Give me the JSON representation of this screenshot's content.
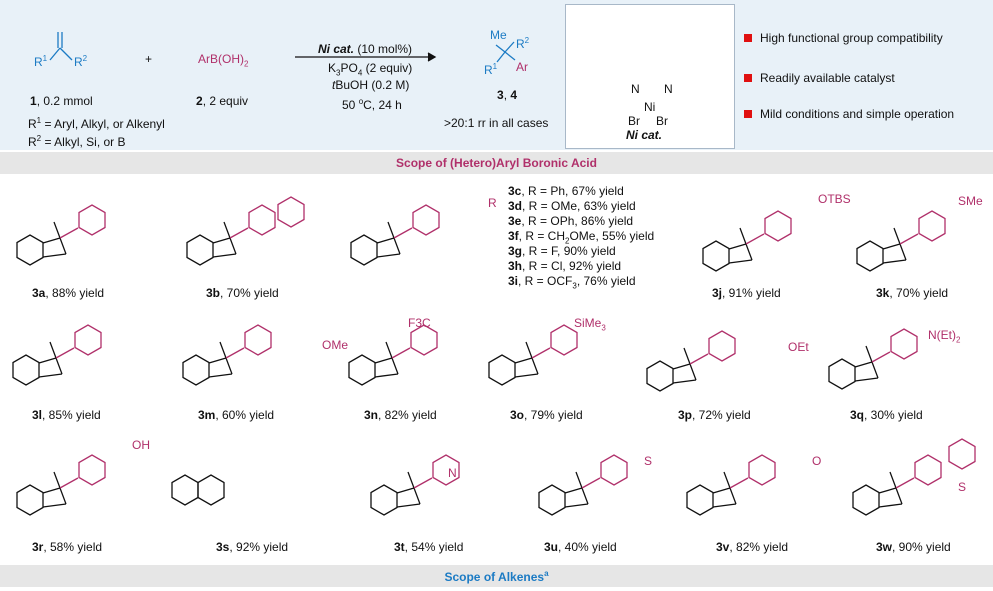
{
  "header": {
    "alkene_R1": "R",
    "alkene_R2": "R",
    "alkene_label_num": "1",
    "alkene_label_text": ", 0.2 mmol",
    "plus": "+",
    "boronic": "ArB(OH)",
    "boronic_sub": "2",
    "boronic_label_num": "2",
    "boronic_label_text": ", 2 equiv",
    "r1_def": "= Aryl, Alkyl, or Alkenyl",
    "r2_def": "= Alkyl, Si, or B",
    "cond_cat": "Ni cat.",
    "cond_cat_amt": " (10 mol%)",
    "cond_base": "K",
    "cond_base_rest": "PO",
    "cond_base_equiv": " (2 equiv)",
    "cond_solvent_t": "t",
    "cond_solvent": "BuOH (0.2 M)",
    "cond_temp": "50 ",
    "cond_temp_unit": "C, 24 h",
    "product_me": "Me",
    "product_r1": "R",
    "product_r2": "R",
    "product_ar": "Ar",
    "product_label": "3",
    "product_label2": "4",
    "rr_text": ">20:1 rr in all cases",
    "catalyst_label": "Ni cat.",
    "features": [
      "High functional group compatibility",
      "Readily available catalyst",
      "Mild conditions and simple operation"
    ]
  },
  "sections": {
    "boronic_title": "Scope of (Hetero)Aryl Boronic Acid",
    "alkene_title": "Scope of Alkenes",
    "alkene_title_sup": "a"
  },
  "compounds": {
    "3a": {
      "id": "3a",
      "yield": ", 88% yield"
    },
    "3b": {
      "id": "3b",
      "yield": ", 70% yield"
    },
    "3c_list": [
      {
        "id": "3c",
        "text": ", R = Ph, 67% yield"
      },
      {
        "id": "3d",
        "text": ", R = OMe, 63% yield"
      },
      {
        "id": "3e",
        "text": ", R = OPh, 86% yield"
      },
      {
        "id": "3f",
        "text": ", R = CH",
        "text2": "OMe, 55% yield"
      },
      {
        "id": "3g",
        "text": ", R = F, 90% yield"
      },
      {
        "id": "3h",
        "text": ", R = Cl, 92% yield"
      },
      {
        "id": "3i",
        "text": ", R = OCF",
        "text2": ", 76% yield"
      }
    ],
    "3j": {
      "id": "3j",
      "yield": ", 91% yield",
      "sub": "OTBS"
    },
    "3k": {
      "id": "3k",
      "yield": ", 70% yield",
      "sub": "SMe"
    },
    "3l": {
      "id": "3l",
      "yield": ", 85% yield"
    },
    "3m": {
      "id": "3m",
      "yield": ", 60% yield",
      "sub": "OMe"
    },
    "3n": {
      "id": "3n",
      "yield": ", 82% yield",
      "sub": "F3C"
    },
    "3o": {
      "id": "3o",
      "yield": ", 79% yield",
      "sub": "SiMe"
    },
    "3p": {
      "id": "3p",
      "yield": ", 72% yield",
      "sub": "OEt"
    },
    "3q": {
      "id": "3q",
      "yield": ", 30% yield",
      "sub": "N(Et)"
    },
    "3r": {
      "id": "3r",
      "yield": ", 58% yield"
    },
    "3s": {
      "id": "3s",
      "yield": ", 92% yield"
    },
    "3t": {
      "id": "3t",
      "yield": ", 54% yield"
    },
    "3u": {
      "id": "3u",
      "yield": ", 40% yield"
    },
    "3v": {
      "id": "3v",
      "yield": ", 82% yield"
    },
    "3w": {
      "id": "3w",
      "yield": ", 90% yield"
    }
  },
  "atoms": {
    "me": "Me",
    "o": "O",
    "n": "N",
    "s": "S",
    "br": "Br",
    "ni": "Ni",
    "ph": "Ph",
    "oh": "OH",
    "r": "R"
  },
  "colors": {
    "accent": "#b0306a",
    "blue": "#1c7bc4",
    "bullet": "#e01010",
    "header_bg": "#e8f1f8",
    "band_bg": "#e6e6e6"
  }
}
